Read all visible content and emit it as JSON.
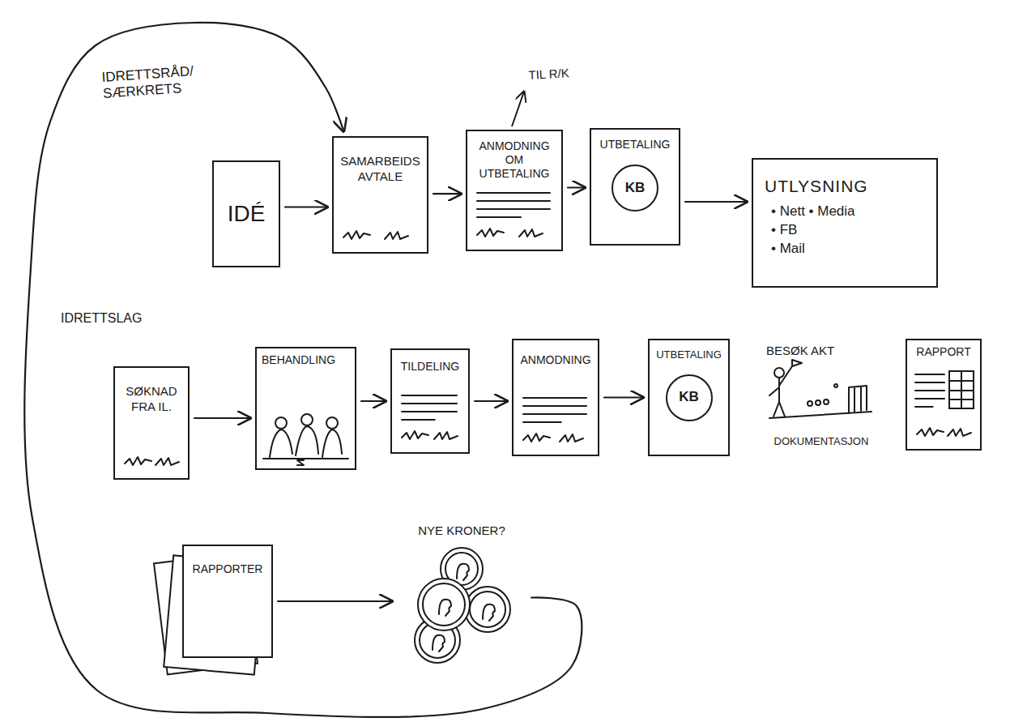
{
  "diagram": {
    "nodes": [
      {
        "text": [
          "IDÉ"
        ]
      },
      {
        "text": [
          "SAMARBEIDS AVTALE"
        ]
      },
      {
        "text": [
          "ANMODNING OM UTBETALING"
        ]
      },
      {
        "text": [
          "UTBETALING",
          "KB"
        ]
      },
      {
        "text": [
          "UTLYSNING",
          "• Nett • Media",
          "• FB",
          "• Mail"
        ]
      },
      {
        "text": [
          "SØKNAD FRA IL."
        ]
      },
      {
        "text": [
          "BEHANDLING"
        ]
      },
      {
        "text": [
          "TILDELING"
        ]
      },
      {
        "text": [
          "ANMODNING"
        ]
      },
      {
        "text": [
          "UTBETALING",
          "KB"
        ]
      },
      {
        "text": [
          "BESØK AKT",
          "DOKUMENTASJON"
        ]
      },
      {
        "text": [
          "RAPPORT"
        ]
      },
      {
        "text": [
          "RAPPORTER"
        ]
      },
      {
        "text": [
          "NYE KRONER?"
        ]
      }
    ],
    "edges": [
      {
        "from": 0,
        "to": 1,
        "arrow": "to"
      },
      {
        "from": 1,
        "to": 2,
        "arrow": "to"
      },
      {
        "from": 2,
        "to": 3,
        "arrow": "to"
      },
      {
        "from": 3,
        "to": 4,
        "arrow": "to"
      },
      {
        "from": 5,
        "to": 6,
        "arrow": "to"
      },
      {
        "from": 6,
        "to": 7,
        "arrow": "to"
      },
      {
        "from": 7,
        "to": 8,
        "arrow": "to"
      },
      {
        "from": 8,
        "to": 9,
        "arrow": "to"
      },
      {
        "from": 12,
        "to": 13,
        "arrow": "to"
      },
      {
        "from": 13,
        "to": 1,
        "arrow": "to"
      }
    ],
    "labels": [
      "IDRETTSRÅD/ SÆRKRETS",
      "TIL R/K",
      "IDRETTSLAG"
    ]
  }
}
